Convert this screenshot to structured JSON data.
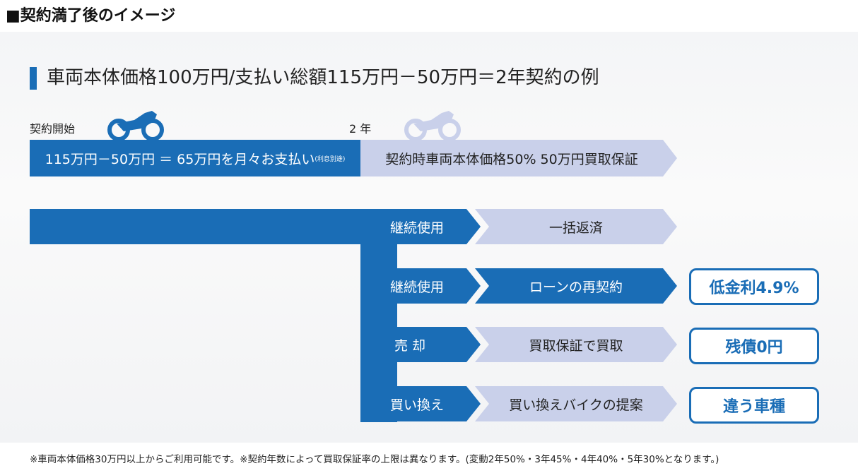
{
  "title": "■契約満了後のイメージ",
  "heading": "車両本体価格100万円/支払い総額115万円－50万円＝2年契約の例",
  "timeline": {
    "start_label": "契約開始",
    "end_label": "2 年",
    "payment_text": "115万円－50万円 ＝ 65万円を月々お支払い",
    "payment_note": "(利息別途)",
    "guarantee_text": "契約時車両本体価格50%  50万円買取保証"
  },
  "options": [
    {
      "choice": "継続使用",
      "action": "一括返済",
      "result": null
    },
    {
      "choice": "継続使用",
      "action": "ローンの再契約",
      "result": "低金利4.9%"
    },
    {
      "choice": "売 却",
      "action": "買取保証で買取",
      "result": "残債0円"
    },
    {
      "choice": "買い換え",
      "action": "買い換えバイクの提案",
      "result": "違う車種"
    }
  ],
  "footnote": "※車両本体価格30万円以上からご利用可能です。※契約年数によって買取保証率の上限は異なります。(変動2年50%・3年45%・4年40%・5年30%となります。)",
  "colors": {
    "blue": "#1a6db6",
    "lavender": "#c9d0ea"
  }
}
